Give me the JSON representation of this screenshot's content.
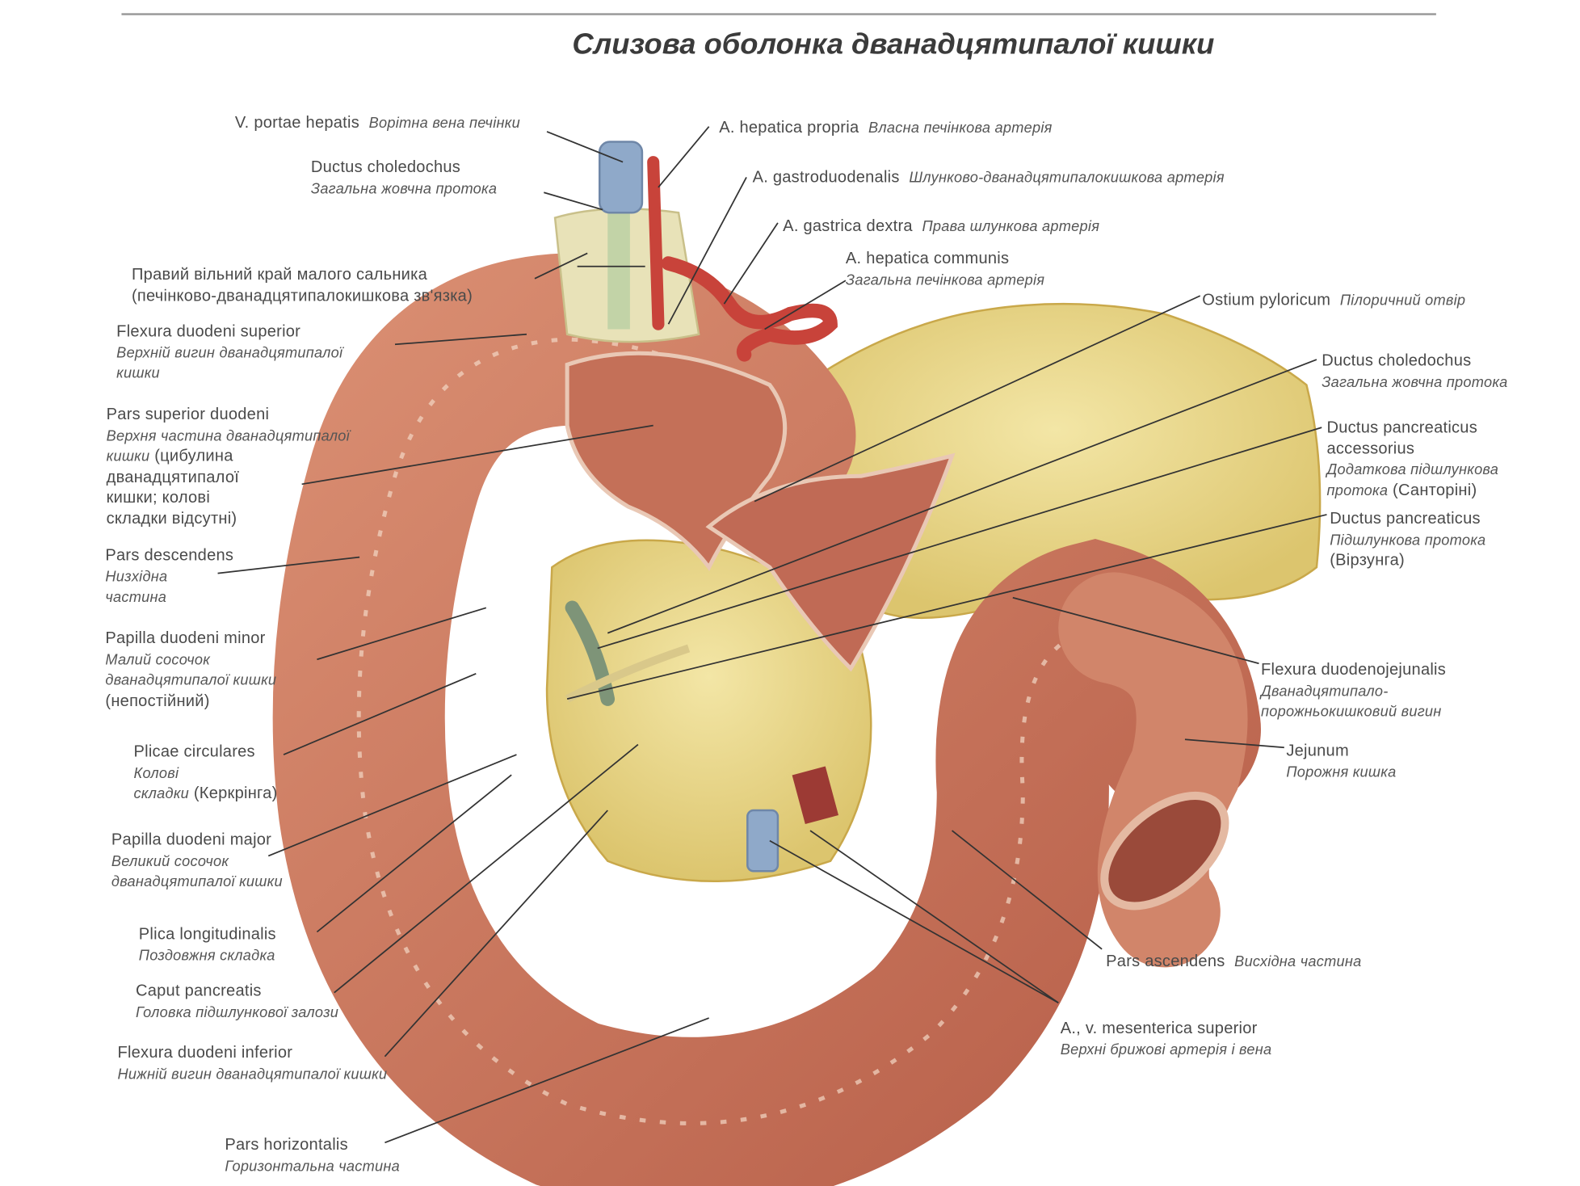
{
  "title": "Слизова оболонка дванадцятипалої кишки",
  "labels": {
    "v_portae": {
      "latin": "V. portae hepatis",
      "ukr": "Ворітна вена печінки"
    },
    "ductus_choledochus_top": {
      "latin": "Ductus choledochus",
      "ukr": "Загальна жовчна протока"
    },
    "pravyi_kray": {
      "line1": "Правий вільний край малого сальника",
      "line2": "(печінково-дванадцятипалокишкова зв'язка)"
    },
    "flexura_superior": {
      "latin": "Flexura duodeni superior",
      "ukr1": "Верхній вигин дванадцятипалої",
      "ukr2": "кишки"
    },
    "pars_superior": {
      "latin": "Pars superior duodeni",
      "ukr1": "Верхня частина дванадцятипалої",
      "ukr2a": "кишки",
      "ukr2b": " (цибулина",
      "ukr3": "дванадцятипалої",
      "ukr4": "кишки; колові",
      "ukr5": "складки відсутні)"
    },
    "pars_descendens": {
      "latin": "Pars descendens",
      "ukr1": "Низхідна",
      "ukr2": "частина"
    },
    "papilla_minor": {
      "latin": "Papilla duodeni minor",
      "ukr1": "Малий сосочок",
      "ukr2": "дванадцятипалої кишки",
      "ukr3": "(непостійний)"
    },
    "plicae_circulares": {
      "latin": "Plicae circulares",
      "ukr1": "Колові",
      "ukr2a": "складки",
      "ukr2b": " (Керкрінга)"
    },
    "papilla_major": {
      "latin": "Papilla duodeni major",
      "ukr1": "Великий сосочок",
      "ukr2": "дванадцятипалої кишки"
    },
    "plica_longitudinalis": {
      "latin": "Plica longitudinalis",
      "ukr": "Поздовжня складка"
    },
    "caput_pancreatis": {
      "latin": "Caput pancreatis",
      "ukr": "Головка підшлункової залози"
    },
    "flexura_inferior": {
      "latin": "Flexura duodeni inferior",
      "ukr": "Нижній вигин дванадцятипалої кишки"
    },
    "pars_horizontalis": {
      "latin": "Pars horizontalis",
      "ukr": "Горизонтальна частина"
    },
    "a_hepatica_propria": {
      "latin": "A. hepatica propria",
      "ukr": "Власна печінкова артерія"
    },
    "a_gastroduodenalis": {
      "latin": "A. gastroduodenalis",
      "ukr": "Шлунково-дванадцятипалокишкова артерія"
    },
    "a_gastrica_dextra": {
      "latin": "A. gastrica dextra",
      "ukr": "Права шлункова артерія"
    },
    "a_hepatica_communis": {
      "latin": "A. hepatica communis",
      "ukr": "Загальна печінкова артерія"
    },
    "ostium_pyloricum": {
      "latin": "Ostium pyloricum",
      "ukr": "Пілоричний отвір"
    },
    "ductus_choledochus_right": {
      "latin": "Ductus choledochus",
      "ukr": "Загальна жовчна протока"
    },
    "ductus_pancreaticus_accessorius": {
      "latin1": "Ductus pancreaticus",
      "latin2": "accessorius",
      "ukr1": "Додаткова підшлункова",
      "ukr2a": "протока",
      "ukr2b": " (Санторіні)"
    },
    "ductus_pancreaticus": {
      "latin": "Ductus pancreaticus",
      "ukr": "Підшлункова протока",
      "extra": "(Вірзунга)"
    },
    "flexura_duodenojejunalis": {
      "latin": "Flexura duodenojejunalis",
      "ukr1": "Дванадцятипало-",
      "ukr2": "порожньокишковий вигин"
    },
    "jejunum": {
      "latin": "Jejunum",
      "ukr": "Порожня кишка"
    },
    "pars_ascendens": {
      "latin": "Pars ascendens",
      "ukr": "Висхідна частина"
    },
    "mesenterica_superior": {
      "latin": "A., v. mesenterica superior",
      "ukr": "Верхні брижові артерія і вена"
    }
  },
  "colors": {
    "mucosa": "#c9735a",
    "mucosa_dark": "#a4503d",
    "pancreas": "#eedc8e",
    "vein": "#8fa9c9",
    "artery": "#c8433a",
    "text": "#4a4a4a"
  }
}
